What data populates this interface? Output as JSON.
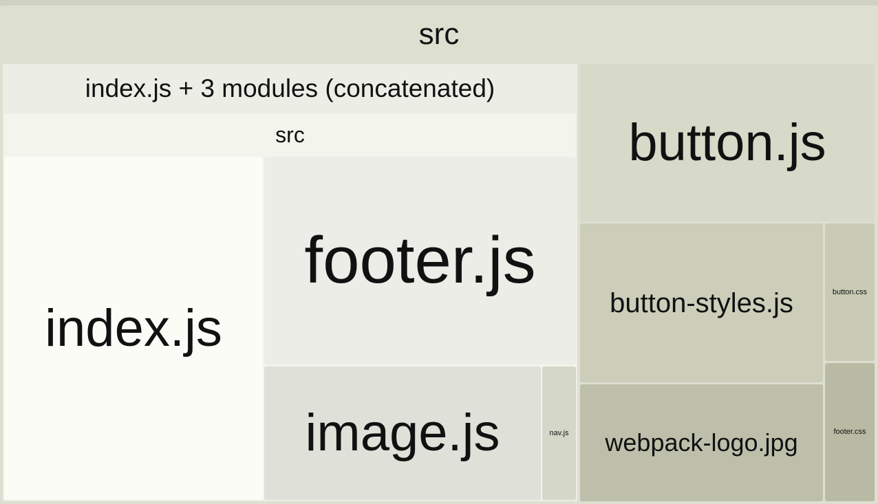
{
  "chart_data": {
    "type": "treemap",
    "title": "",
    "root": {
      "label": "src",
      "children": [
        {
          "label": "index.js + 3 modules (concatenated)",
          "children": [
            {
              "label": "src",
              "children": [
                {
                  "label": "index.js"
                },
                {
                  "label": "footer.js"
                },
                {
                  "label": "image.js"
                },
                {
                  "label": "nav.js"
                }
              ]
            }
          ]
        },
        {
          "label": "button.js"
        },
        {
          "label": "button-styles.js"
        },
        {
          "label": "button.css"
        },
        {
          "label": "webpack-logo.jpg"
        },
        {
          "label": "footer.css"
        }
      ]
    }
  },
  "colors": {
    "background": "#cfd1c3",
    "src_outer": "#dddfd1",
    "concatenated_group": "#eceee6",
    "src_inner": "#f3f5ec",
    "index_js": "#fbfcf6",
    "footer_js": "#ecede7",
    "image_js": "#dfe0d8",
    "nav_js": "#d5d7c9",
    "button_js": "#d7d9c9",
    "button_styles_js": "#ccceba",
    "button_css": "#c9cbb5",
    "webpack_logo_jpg": "#bdbfab",
    "footer_css": "#b8baa3",
    "text": "#111111"
  }
}
